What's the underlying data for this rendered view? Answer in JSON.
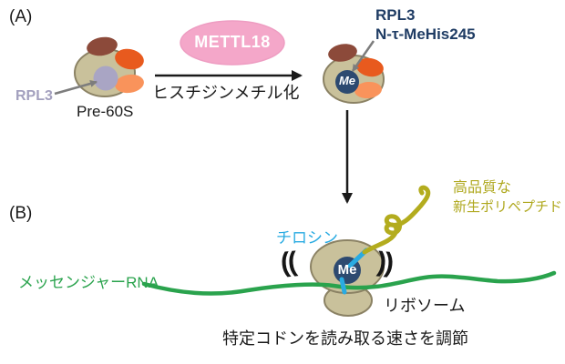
{
  "figure": {
    "panel_a": {
      "label": "(A)",
      "substrate_name": "Pre-60S",
      "rpl3_label": "RPL3",
      "enzyme_name": "METTL18",
      "reaction_label": "ヒスチジンメチル化",
      "product_label_line1": "RPL3",
      "product_label_line2": "N-τ-MeHis245",
      "methyl_label": "Me"
    },
    "panel_b": {
      "label": "(B)",
      "mrna_label": "メッセンジャーRNA",
      "tyrosine_label": "チロシン",
      "methyl_label": "Me",
      "nascent_label_line1": "高品質な",
      "nascent_label_line2": "新生ポリペプチド",
      "ribosome_label": "リボソーム",
      "vibration_left": "((",
      "vibration_right": "))",
      "caption": "特定コドンを読み取る速さを調節"
    },
    "colors": {
      "enzyme_pink": "#f4a7c9",
      "ribosome_tan": "#c9c19b",
      "ribosome_outline": "#8b8264",
      "rpl3_lavender": "#a9a5c4",
      "rpl3_text": "#a3a0be",
      "protein_brown": "#8c4a3a",
      "protein_orange_dark": "#e85a1e",
      "protein_orange_light": "#f9935b",
      "methyl_navy": "#2d4a70",
      "product_text_navy": "#1f3c64",
      "mrna_green": "#2aa34d",
      "tyrosine_cyan": "#29abe2",
      "polypeptide_olive": "#b3ac1e",
      "text_black": "#1a1a1a"
    }
  }
}
